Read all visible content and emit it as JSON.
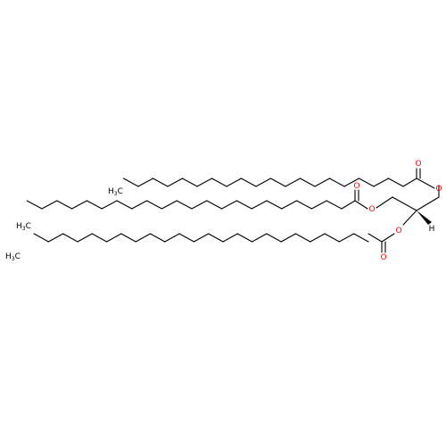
{
  "molecule": {
    "colors": {
      "bond": "#000000",
      "oxygen": "#ff0000",
      "carbon": "#000000"
    },
    "labels": {
      "methyl_c": "C",
      "methyl_h": "H",
      "methyl_sub": "3",
      "oxygen": "O",
      "hydrogen": "H"
    },
    "chains": [
      {
        "name": "chain-top",
        "bonds": 19
      },
      {
        "name": "chain-middle",
        "bonds": 21
      },
      {
        "name": "chain-bottom",
        "bonds": 23
      }
    ]
  }
}
